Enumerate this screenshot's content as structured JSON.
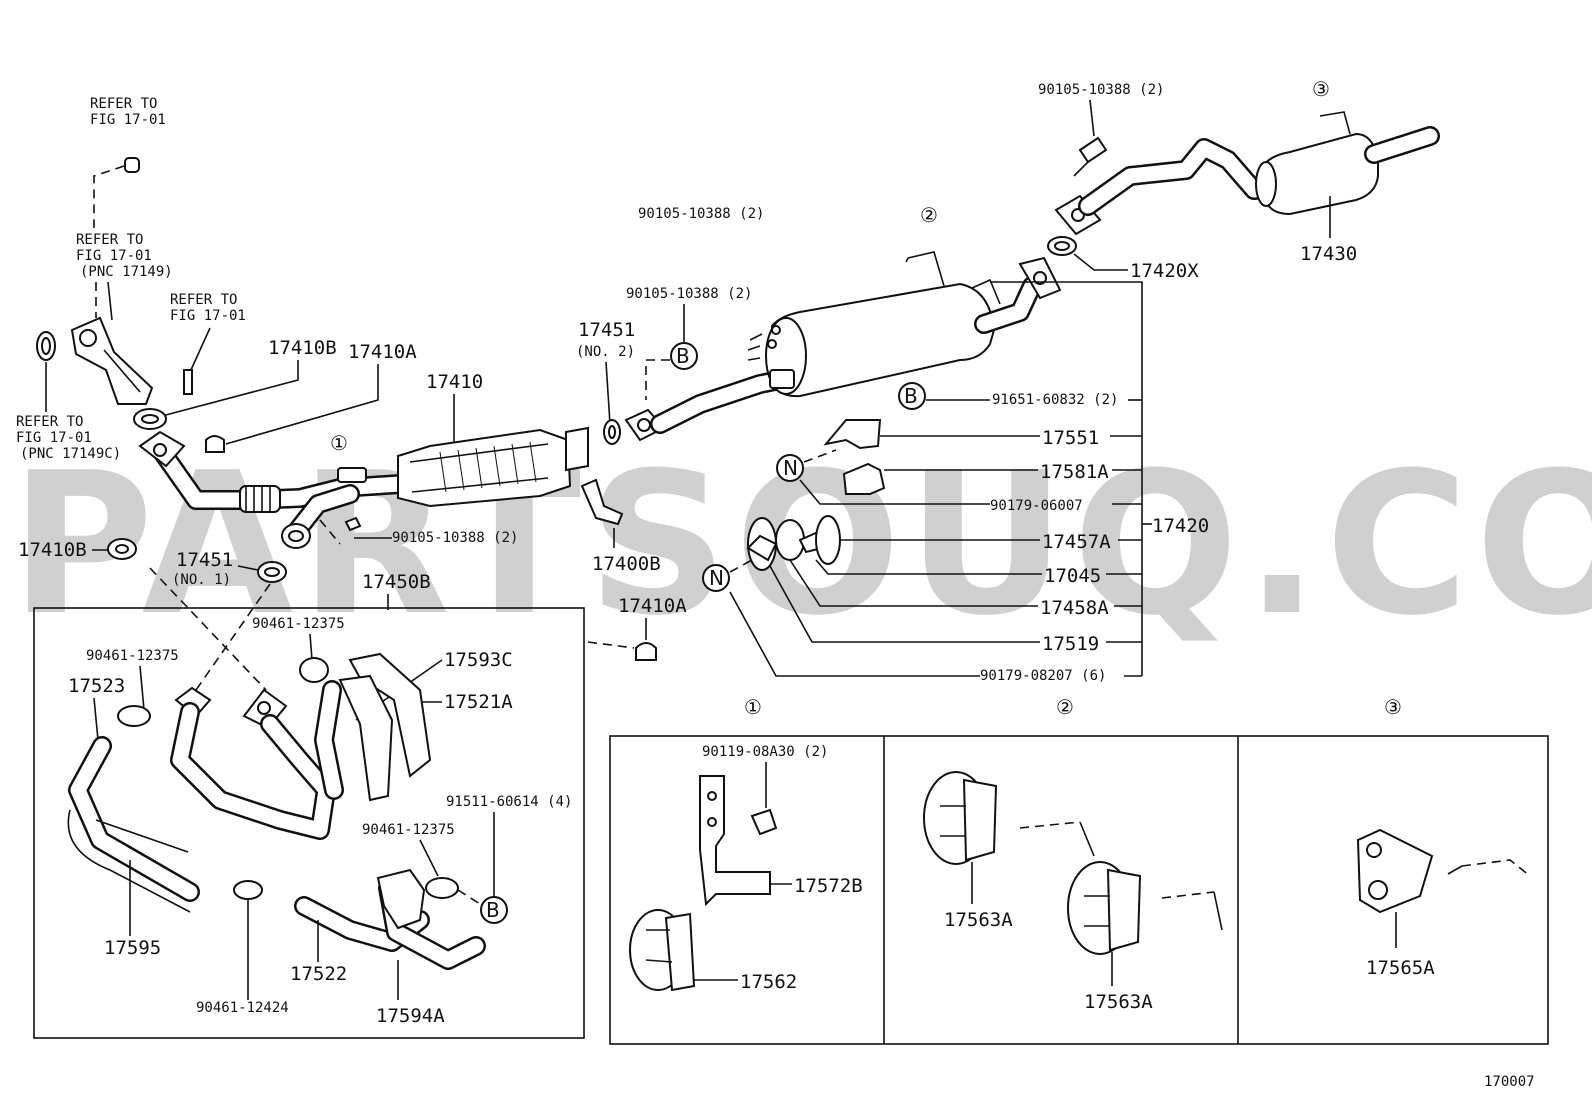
{
  "watermark": "PARTSOUQ.COM",
  "diagram_code": "170007",
  "refer_labels": {
    "top": [
      "REFER TO",
      "FIG 17-01"
    ],
    "mid": [
      "REFER TO",
      "FIG 17-01",
      "(PNC 17149)"
    ],
    "stud": [
      "REFER TO",
      "FIG 17-01"
    ],
    "left": [
      "REFER TO",
      "FIG 17-01",
      "(PNC 17149C)"
    ]
  },
  "callouts": {
    "c1": "①",
    "c2": "②",
    "c3": "③",
    "b": "B",
    "n": "N"
  },
  "parts": {
    "p17410B_top": "17410B",
    "p17410A_top": "17410A",
    "p17410": "17410",
    "p17410B_left": "17410B",
    "p17451_no1": "17451",
    "p17451_no1_sub": "(NO. 1)",
    "p17451_no2": "17451",
    "p17451_no2_sub": "(NO. 2)",
    "p17450B": "17450B",
    "p17410A_mid": "17410A",
    "p17400B": "17400B",
    "bolt_mid": "90105-10388 (2)",
    "bolt_top_mid": "90105-10388 (2)",
    "bolt_center": "90105-10388 (2)",
    "bolt_right": "90105-10388 (2)",
    "p17430": "17430",
    "p17420X": "17420X",
    "p91651": "91651-60832 (2)",
    "p17551": "17551",
    "p17581A": "17581A",
    "p90179_06007": "90179-06007",
    "p17420": "17420",
    "p17457A": "17457A",
    "p17045": "17045",
    "p17458A": "17458A",
    "p17519": "17519",
    "p90179_08207": "90179-08207 (6)",
    "p90461_12375_a": "90461-12375",
    "p90461_12375_b": "90461-12375",
    "p90461_12375_c": "90461-12375",
    "p17523": "17523",
    "p17593C": "17593C",
    "p17521A": "17521A",
    "p91511": "91511-60614 (4)",
    "p17595": "17595",
    "p17522": "17522",
    "p90461_12424": "90461-12424",
    "p17594A": "17594A",
    "p90119": "90119-08A30 (2)",
    "p17572B": "17572B",
    "p17562": "17562",
    "p17563A_a": "17563A",
    "p17563A_b": "17563A",
    "p17565A": "17565A"
  }
}
